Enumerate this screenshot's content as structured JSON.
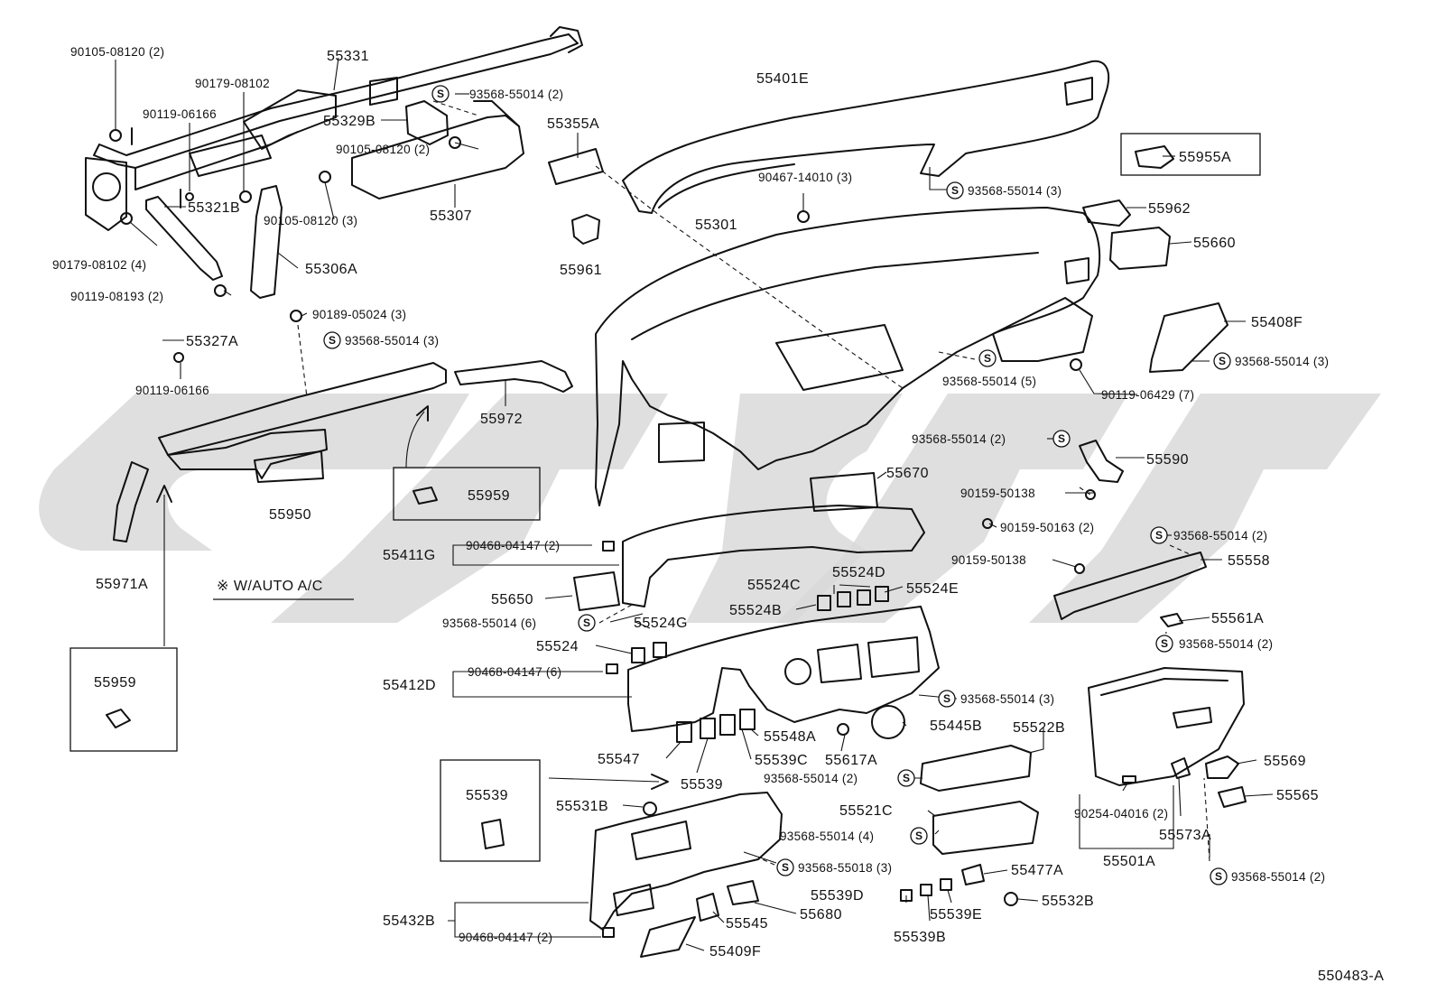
{
  "diagram": {
    "page_code": "550483-A",
    "note": "※ W/AUTO A/C",
    "s_symbol": "S",
    "labels": {
      "l_90105_08120_2_top": "90105-08120 (2)",
      "l_55331": "55331",
      "l_90179_08102": "90179-08102",
      "l_90119_06166_top": "90119-06166",
      "l_55329B": "55329B",
      "l_93568_55014_2_a": "93568-55014 (2)",
      "l_90105_08120_2_mid": "90105-08120 (2)",
      "l_55355A": "55355A",
      "l_55401E": "55401E",
      "l_55955A": "55955A",
      "l_55321B": "55321B",
      "l_90105_08120_3": "90105-08120 (3)",
      "l_55307": "55307",
      "l_90467_14010_3": "90467-14010 (3)",
      "l_93568_55014_3_a": "93568-55014 (3)",
      "l_55962": "55962",
      "l_90179_08102_4": "90179-08102 (4)",
      "l_55306A": "55306A",
      "l_55301": "55301",
      "l_55660": "55660",
      "l_55961": "55961",
      "l_90119_08193_2": "90119-08193 (2)",
      "l_90189_05024_3": "90189-05024 (3)",
      "l_55408F": "55408F",
      "l_93568_55014_3_b": "93568-55014 (3)",
      "l_55327A": "55327A",
      "l_93568_55014_3_c": "93568-55014 (3)",
      "l_90119_06166_low": "90119-06166",
      "l_93568_55014_5": "93568-55014 (5)",
      "l_90119_06429_7": "90119-06429 (7)",
      "l_55972": "55972",
      "l_93568_55014_2_b": "93568-55014 (2)",
      "l_55590": "55590",
      "l_55670": "55670",
      "l_55959_box1": "55959",
      "l_90159_50138_a": "90159-50138",
      "l_55950": "55950",
      "l_90159_50163_2": "90159-50163 (2)",
      "l_93568_55014_2_c": "93568-55014 (2)",
      "l_55411G": "55411G",
      "l_90468_04147_2_a": "90468-04147 (2)",
      "l_90159_50138_b": "90159-50138",
      "l_55558": "55558",
      "l_55971A": "55971A",
      "l_55524D": "55524D",
      "l_55524C": "55524C",
      "l_55524E": "55524E",
      "l_55650": "55650",
      "l_55524B": "55524B",
      "l_55561A": "55561A",
      "l_93568_55014_6": "93568-55014 (6)",
      "l_55524G": "55524G",
      "l_93568_55014_2_d": "93568-55014 (2)",
      "l_55524": "55524",
      "l_55412D": "55412D",
      "l_90468_04147_6": "90468-04147 (6)",
      "l_55959_box2": "55959",
      "l_93568_55014_3_d": "93568-55014 (3)",
      "l_55548A": "55548A",
      "l_55445B": "55445B",
      "l_55522B": "55522B",
      "l_55547": "55547",
      "l_55539C": "55539C",
      "l_55617A": "55617A",
      "l_55569": "55569",
      "l_55539_main": "55539",
      "l_93568_55014_2_e": "93568-55014 (2)",
      "l_55539_box": "55539",
      "l_55565": "55565",
      "l_55531B": "55531B",
      "l_55521C": "55521C",
      "l_90254_04016_2": "90254-04016 (2)",
      "l_93568_55014_4": "93568-55014 (4)",
      "l_55573A": "55573A",
      "l_93568_55018_3": "93568-55018 (3)",
      "l_55501A": "55501A",
      "l_55477A": "55477A",
      "l_93568_55014_2_f": "93568-55014 (2)",
      "l_55539D": "55539D",
      "l_55532B": "55532B",
      "l_55432B": "55432B",
      "l_55545": "55545",
      "l_55680": "55680",
      "l_55539E": "55539E",
      "l_90468_04147_2_b": "90468-04147 (2)",
      "l_55409F": "55409F",
      "l_55539B": "55539B"
    }
  }
}
